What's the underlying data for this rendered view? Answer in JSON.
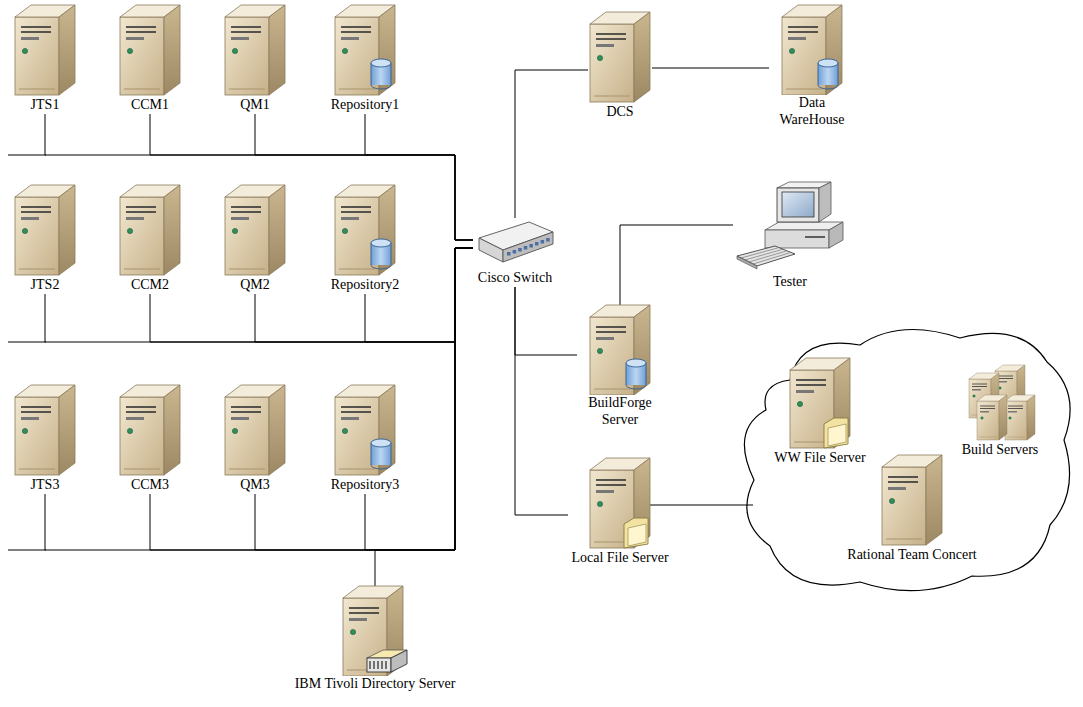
{
  "diagram": {
    "nodes": [
      {
        "text": [
          "JTS1"
        ]
      },
      {
        "text": [
          "CCM1"
        ]
      },
      {
        "text": [
          "QM1"
        ]
      },
      {
        "text": [
          "Repository1"
        ]
      },
      {
        "text": [
          "DCS"
        ]
      },
      {
        "text": [
          "Data WareHouse"
        ]
      },
      {
        "text": [
          "JTS2"
        ]
      },
      {
        "text": [
          "CCM2"
        ]
      },
      {
        "text": [
          "QM2"
        ]
      },
      {
        "text": [
          "Repository2"
        ]
      },
      {
        "text": [
          "Cisco Switch"
        ]
      },
      {
        "text": [
          "Tester"
        ]
      },
      {
        "text": [
          "BuildForge Server"
        ]
      },
      {
        "text": [
          "JTS3"
        ]
      },
      {
        "text": [
          "CCM3"
        ]
      },
      {
        "text": [
          "QM3"
        ]
      },
      {
        "text": [
          "Repository3"
        ]
      },
      {
        "text": [
          "WW File Server"
        ]
      },
      {
        "text": [
          "Build Servers"
        ]
      },
      {
        "text": [
          "Local File Server"
        ]
      },
      {
        "text": [
          "Rational Team Concert"
        ]
      },
      {
        "text": [
          "IBM Tivoli Directory Server"
        ]
      }
    ],
    "edges": [
      {
        "from": 0,
        "to": 10,
        "arrow": "none"
      },
      {
        "from": 1,
        "to": 10,
        "arrow": "none"
      },
      {
        "from": 2,
        "to": 10,
        "arrow": "none"
      },
      {
        "from": 3,
        "to": 10,
        "arrow": "none"
      },
      {
        "from": 6,
        "to": 10,
        "arrow": "none"
      },
      {
        "from": 7,
        "to": 10,
        "arrow": "none"
      },
      {
        "from": 8,
        "to": 10,
        "arrow": "none"
      },
      {
        "from": 9,
        "to": 10,
        "arrow": "none"
      },
      {
        "from": 13,
        "to": 10,
        "arrow": "none"
      },
      {
        "from": 14,
        "to": 10,
        "arrow": "none"
      },
      {
        "from": 15,
        "to": 10,
        "arrow": "none"
      },
      {
        "from": 16,
        "to": 10,
        "arrow": "none"
      },
      {
        "from": 21,
        "to": 10,
        "arrow": "none"
      },
      {
        "from": 10,
        "to": 4,
        "arrow": "none"
      },
      {
        "from": 4,
        "to": 5,
        "arrow": "none"
      },
      {
        "from": 10,
        "to": 12,
        "arrow": "none"
      },
      {
        "from": 12,
        "to": 11,
        "arrow": "none"
      },
      {
        "from": 10,
        "to": 19,
        "arrow": "none"
      }
    ]
  }
}
